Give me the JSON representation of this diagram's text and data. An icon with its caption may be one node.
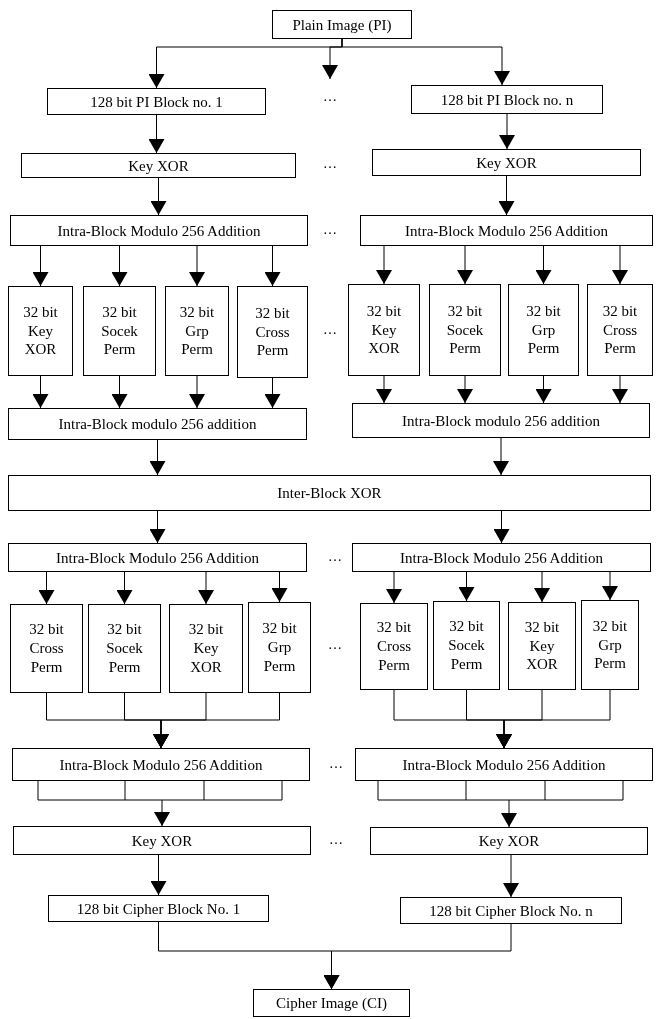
{
  "diagram": {
    "nodes": [
      {
        "text": [
          "Plain Image (PI)"
        ]
      },
      {
        "text": [
          "128 bit PI Block no. 1"
        ]
      },
      {
        "text": [
          "128 bit PI Block no. n"
        ]
      },
      {
        "text": [
          "Key XOR"
        ]
      },
      {
        "text": [
          "Key XOR"
        ]
      },
      {
        "text": [
          "Intra-Block Modulo 256 Addition"
        ]
      },
      {
        "text": [
          "Intra-Block Modulo 256 Addition"
        ]
      },
      {
        "text": [
          "32 bit Key XOR"
        ]
      },
      {
        "text": [
          "32 bit Socek Perm"
        ]
      },
      {
        "text": [
          "32 bit Grp Perm"
        ]
      },
      {
        "text": [
          "32 bit Cross Perm"
        ]
      },
      {
        "text": [
          "32 bit Key XOR"
        ]
      },
      {
        "text": [
          "32 bit Socek Perm"
        ]
      },
      {
        "text": [
          "32 bit Grp Perm"
        ]
      },
      {
        "text": [
          "32 bit Cross Perm"
        ]
      },
      {
        "text": [
          "Intra-Block modulo 256 addition"
        ]
      },
      {
        "text": [
          "Intra-Block modulo 256 addition"
        ]
      },
      {
        "text": [
          "Inter-Block XOR"
        ]
      },
      {
        "text": [
          "Intra-Block Modulo 256 Addition"
        ]
      },
      {
        "text": [
          "Intra-Block Modulo 256 Addition"
        ]
      },
      {
        "text": [
          "32 bit Cross Perm"
        ]
      },
      {
        "text": [
          "32 bit Socek Perm"
        ]
      },
      {
        "text": [
          "32 bit Key XOR"
        ]
      },
      {
        "text": [
          "32 bit Grp Perm"
        ]
      },
      {
        "text": [
          "32 bit Cross Perm"
        ]
      },
      {
        "text": [
          "32 bit Socek Perm"
        ]
      },
      {
        "text": [
          "32 bit Key XOR"
        ]
      },
      {
        "text": [
          "32 bit Grp Perm"
        ]
      },
      {
        "text": [
          "Intra-Block Modulo 256 Addition"
        ]
      },
      {
        "text": [
          "Intra-Block Modulo 256 Addition"
        ]
      },
      {
        "text": [
          "Key XOR"
        ]
      },
      {
        "text": [
          "Key XOR"
        ]
      },
      {
        "text": [
          "128 bit Cipher Block No. 1"
        ]
      },
      {
        "text": [
          "128 bit Cipher Block No. n"
        ]
      },
      {
        "text": [
          "Cipher Image (CI)"
        ]
      }
    ],
    "edges": [
      {
        "from": 0,
        "to": 1,
        "arrow": "to"
      },
      {
        "from": 0,
        "to": null,
        "arrow": "to"
      },
      {
        "from": 0,
        "to": 2,
        "arrow": "to"
      },
      {
        "from": 1,
        "to": 3,
        "arrow": "to"
      },
      {
        "from": 2,
        "to": 4,
        "arrow": "to"
      },
      {
        "from": 3,
        "to": 5,
        "arrow": "to"
      },
      {
        "from": 4,
        "to": 6,
        "arrow": "to"
      },
      {
        "from": 5,
        "to": 7,
        "arrow": "to"
      },
      {
        "from": 5,
        "to": 8,
        "arrow": "to"
      },
      {
        "from": 5,
        "to": 9,
        "arrow": "to"
      },
      {
        "from": 5,
        "to": 10,
        "arrow": "to"
      },
      {
        "from": 6,
        "to": 11,
        "arrow": "to"
      },
      {
        "from": 6,
        "to": 12,
        "arrow": "to"
      },
      {
        "from": 6,
        "to": 13,
        "arrow": "to"
      },
      {
        "from": 6,
        "to": 14,
        "arrow": "to"
      },
      {
        "from": 7,
        "to": 15,
        "arrow": "to"
      },
      {
        "from": 8,
        "to": 15,
        "arrow": "to"
      },
      {
        "from": 9,
        "to": 15,
        "arrow": "to"
      },
      {
        "from": 10,
        "to": 15,
        "arrow": "to"
      },
      {
        "from": 11,
        "to": 16,
        "arrow": "to"
      },
      {
        "from": 12,
        "to": 16,
        "arrow": "to"
      },
      {
        "from": 13,
        "to": 16,
        "arrow": "to"
      },
      {
        "from": 14,
        "to": 16,
        "arrow": "to"
      },
      {
        "from": 15,
        "to": 17,
        "arrow": "to"
      },
      {
        "from": 16,
        "to": 17,
        "arrow": "to"
      },
      {
        "from": 17,
        "to": 18,
        "arrow": "to"
      },
      {
        "from": 17,
        "to": 19,
        "arrow": "to"
      },
      {
        "from": 18,
        "to": 20,
        "arrow": "to"
      },
      {
        "from": 18,
        "to": 21,
        "arrow": "to"
      },
      {
        "from": 18,
        "to": 22,
        "arrow": "to"
      },
      {
        "from": 18,
        "to": 23,
        "arrow": "to"
      },
      {
        "from": 19,
        "to": 24,
        "arrow": "to"
      },
      {
        "from": 19,
        "to": 25,
        "arrow": "to"
      },
      {
        "from": 19,
        "to": 26,
        "arrow": "to"
      },
      {
        "from": 19,
        "to": 27,
        "arrow": "to"
      },
      {
        "from": 20,
        "to": 28,
        "arrow": "to"
      },
      {
        "from": 21,
        "to": 28,
        "arrow": "to"
      },
      {
        "from": 22,
        "to": 28,
        "arrow": "to"
      },
      {
        "from": 23,
        "to": 28,
        "arrow": "to"
      },
      {
        "from": 24,
        "to": 29,
        "arrow": "to"
      },
      {
        "from": 25,
        "to": 29,
        "arrow": "to"
      },
      {
        "from": 26,
        "to": 29,
        "arrow": "to"
      },
      {
        "from": 27,
        "to": 29,
        "arrow": "to"
      },
      {
        "from": 28,
        "to": 30,
        "arrow": "to"
      },
      {
        "from": 29,
        "to": 31,
        "arrow": "to"
      },
      {
        "from": 30,
        "to": 32,
        "arrow": "to"
      },
      {
        "from": 31,
        "to": 33,
        "arrow": "to"
      },
      {
        "from": 32,
        "to": 34,
        "arrow": "to"
      },
      {
        "from": 33,
        "to": 34,
        "arrow": "to"
      }
    ],
    "labels": [
      "…",
      "…",
      "…",
      "…",
      "…",
      "…",
      "…",
      "…"
    ]
  }
}
